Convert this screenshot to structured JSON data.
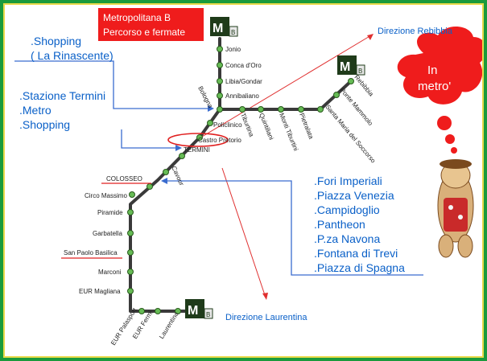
{
  "title": {
    "line1": "Metropolitana B",
    "line2": "Percorso e fermate"
  },
  "directions": {
    "north": "Direzione Rebibbia",
    "south": "Direzione Laurentina"
  },
  "logo": "M B",
  "stations": {
    "jonio": "Jonio",
    "conca": "Conca d'Oro",
    "libia": "Libia/Gondar",
    "annibaliano": "Annibaliano",
    "bologna": "Bologna",
    "policlinico": "Policlinico",
    "castro": "Castro Pretorio",
    "termini": "TERMINI",
    "cavour": "Cavour",
    "colosseo": "COLOSSEO",
    "circo": "Circo Massimo",
    "piramide": "Piramide",
    "garbatella": "Garbatella",
    "sanpaolo": "San Paolo Basilica",
    "marconi": "Marconi",
    "eurmagliana": "EUR Magliana",
    "eurpalasport": "EUR Palasport",
    "eurfermi": "EUR Fermi",
    "laurentina": "Laurentina",
    "tiburtina": "Tiburtina",
    "quintiliani": "Quintiliani",
    "montitiburtini": "Monti Tiburtini",
    "pietralata": "Pietralata",
    "smsoccorso": "Santa Maria del Soccorso",
    "pontemammolo": "Ponte Mammolo",
    "rebibbia": "Rebibbia"
  },
  "notes": {
    "shopping": {
      "line1": ".Shopping",
      "line2": "( La Rinascente)"
    },
    "termini": {
      "line1": ".Stazione Termini",
      "line2": ".Metro",
      "line3": ".Shopping"
    },
    "attractions": [
      ".Fori Imperiali",
      ".Piazza Venezia",
      ".Campidoglio",
      ".Pantheon",
      ".P.za Navona",
      ".Fontana di Trevi",
      ".Piazza di Spagna"
    ]
  },
  "bubble": {
    "line1": "In",
    "line2": "metro'"
  },
  "colors": {
    "frame": "#1a9a3c",
    "line": "#3a3a3a",
    "station": "#66bb55",
    "accent": "#ef1c1c",
    "note": "#0a60c8",
    "bubble": "#ef1c1c",
    "panel_border": "#e9d94a"
  }
}
